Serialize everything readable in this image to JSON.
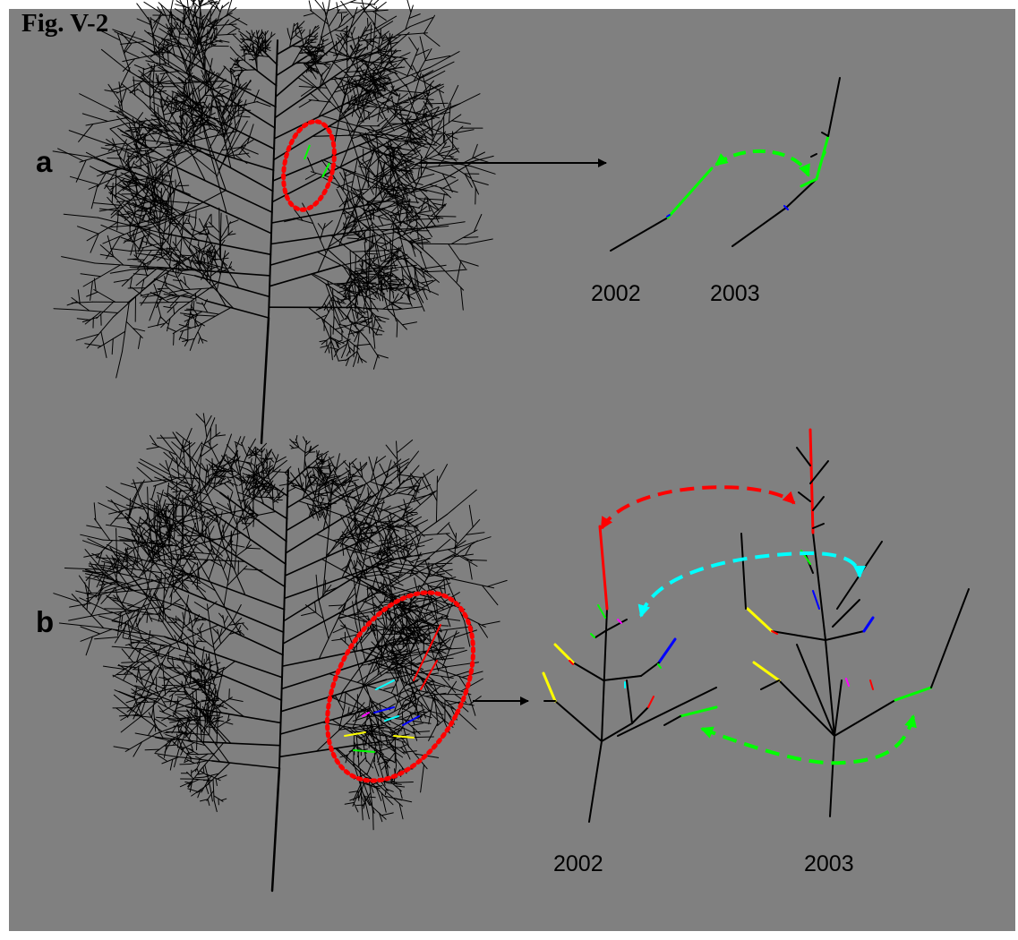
{
  "figure": {
    "title": "Fig. V-2"
  },
  "panel_a": {
    "label": "a",
    "year_left": "2002",
    "year_right": "2003"
  },
  "panel_b": {
    "label": "b",
    "year_left": "2002",
    "year_right": "2003"
  },
  "colors": {
    "background": "#808080",
    "branch": "#000000",
    "highlight_outline": "#ff0000",
    "green": "#00ff00",
    "red": "#ff0000",
    "cyan": "#00ffff",
    "yellow": "#ffff00",
    "blue": "#0000ff",
    "magenta": "#ff00ff"
  }
}
